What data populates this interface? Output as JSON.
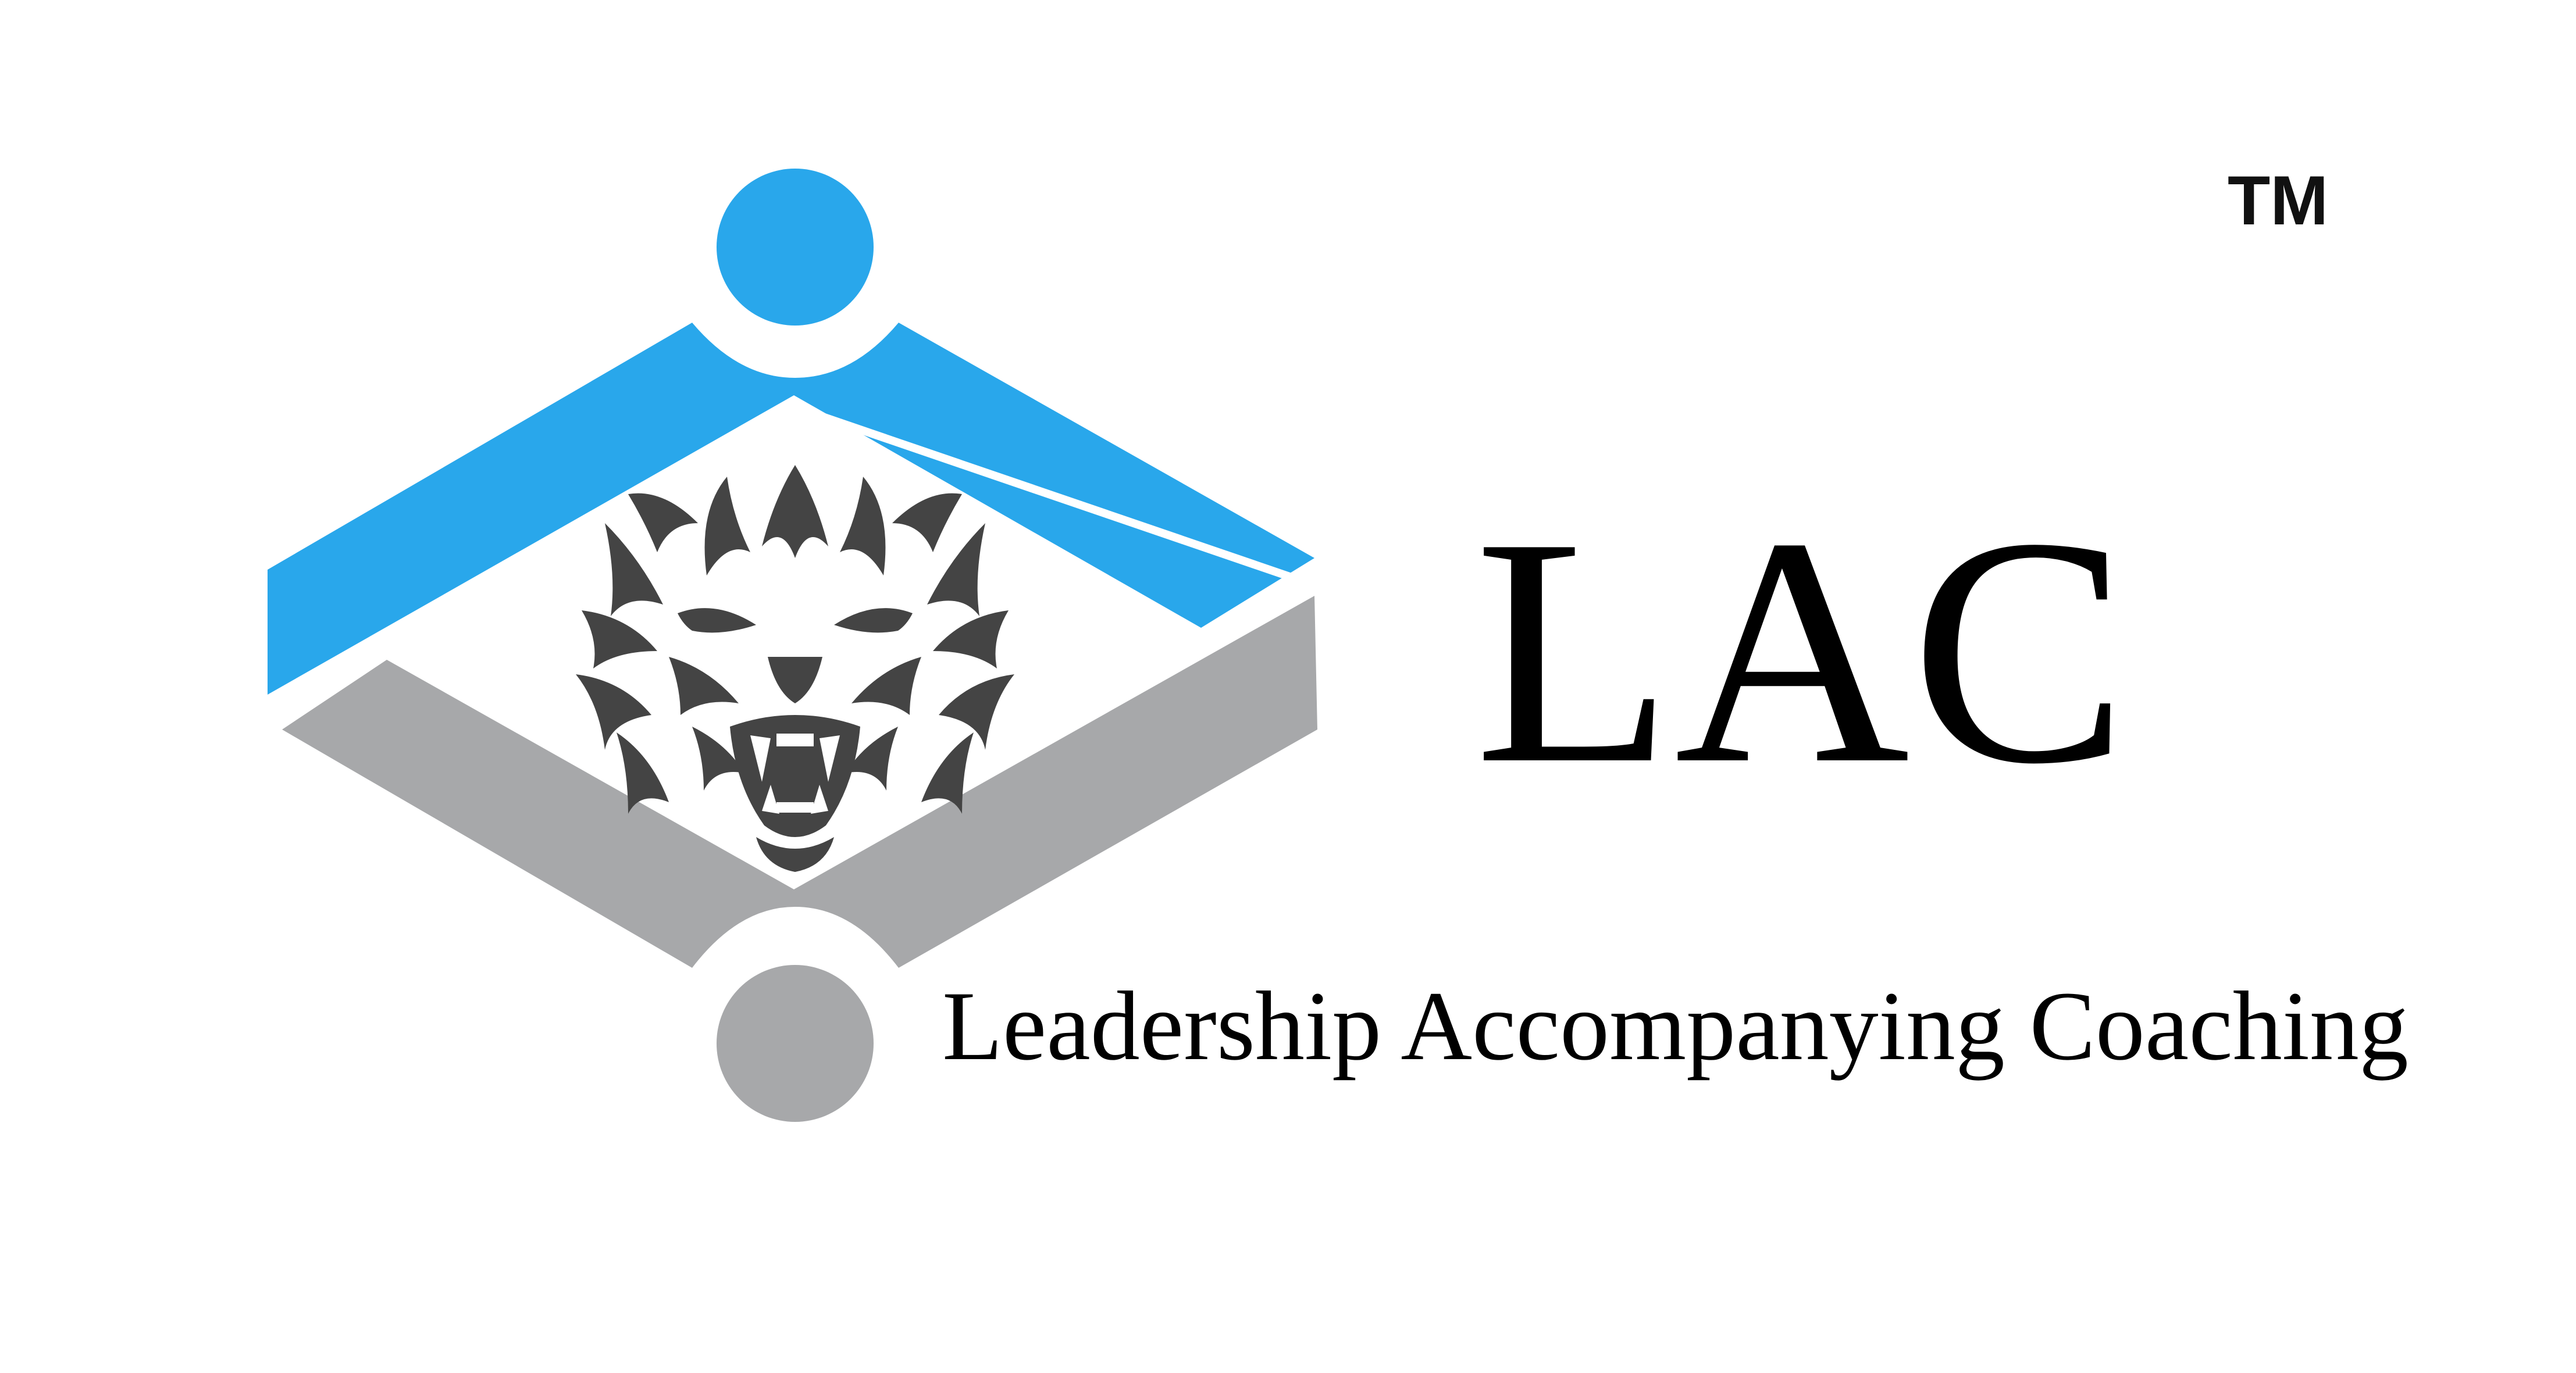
{
  "logo": {
    "brand_name": "LAC",
    "tagline": "Leadership Accompanying Coaching",
    "trademark": "TM",
    "emblem_icon": "diamond-tiger-emblem-icon",
    "colors": {
      "blue": "#29a7eb",
      "gray": "#a7a8aa",
      "tiger": "#444444",
      "text": "#000000",
      "background": "#ffffff"
    }
  }
}
